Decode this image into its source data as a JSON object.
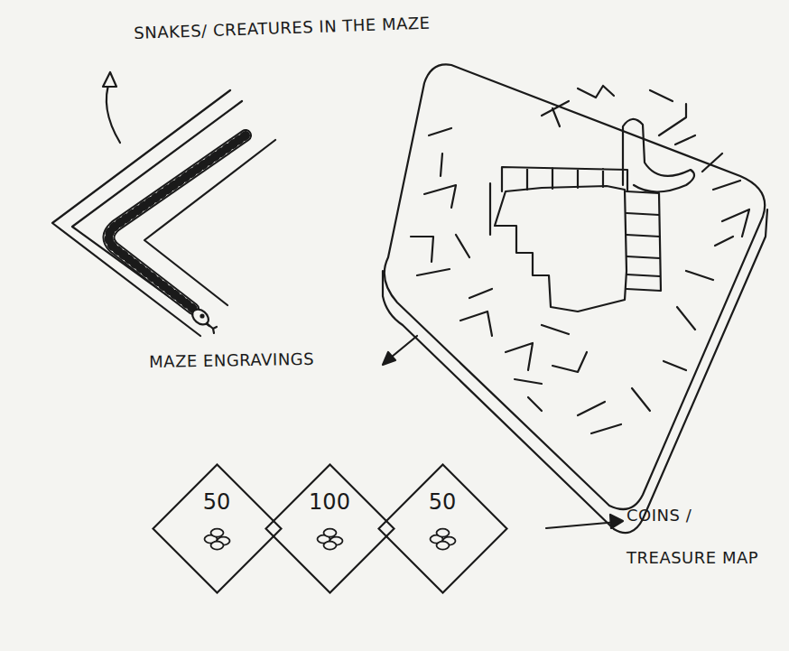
{
  "diagram": {
    "nodes": [
      {
        "text": [
          "50"
        ]
      },
      {
        "text": [
          "100"
        ]
      },
      {
        "text": [
          "50"
        ]
      }
    ],
    "labels": [
      "SNAKES/ CREATURES IN THE MAZE",
      "MAZE ENGRAVINGS",
      "COINS / TREASURE MAP"
    ]
  }
}
